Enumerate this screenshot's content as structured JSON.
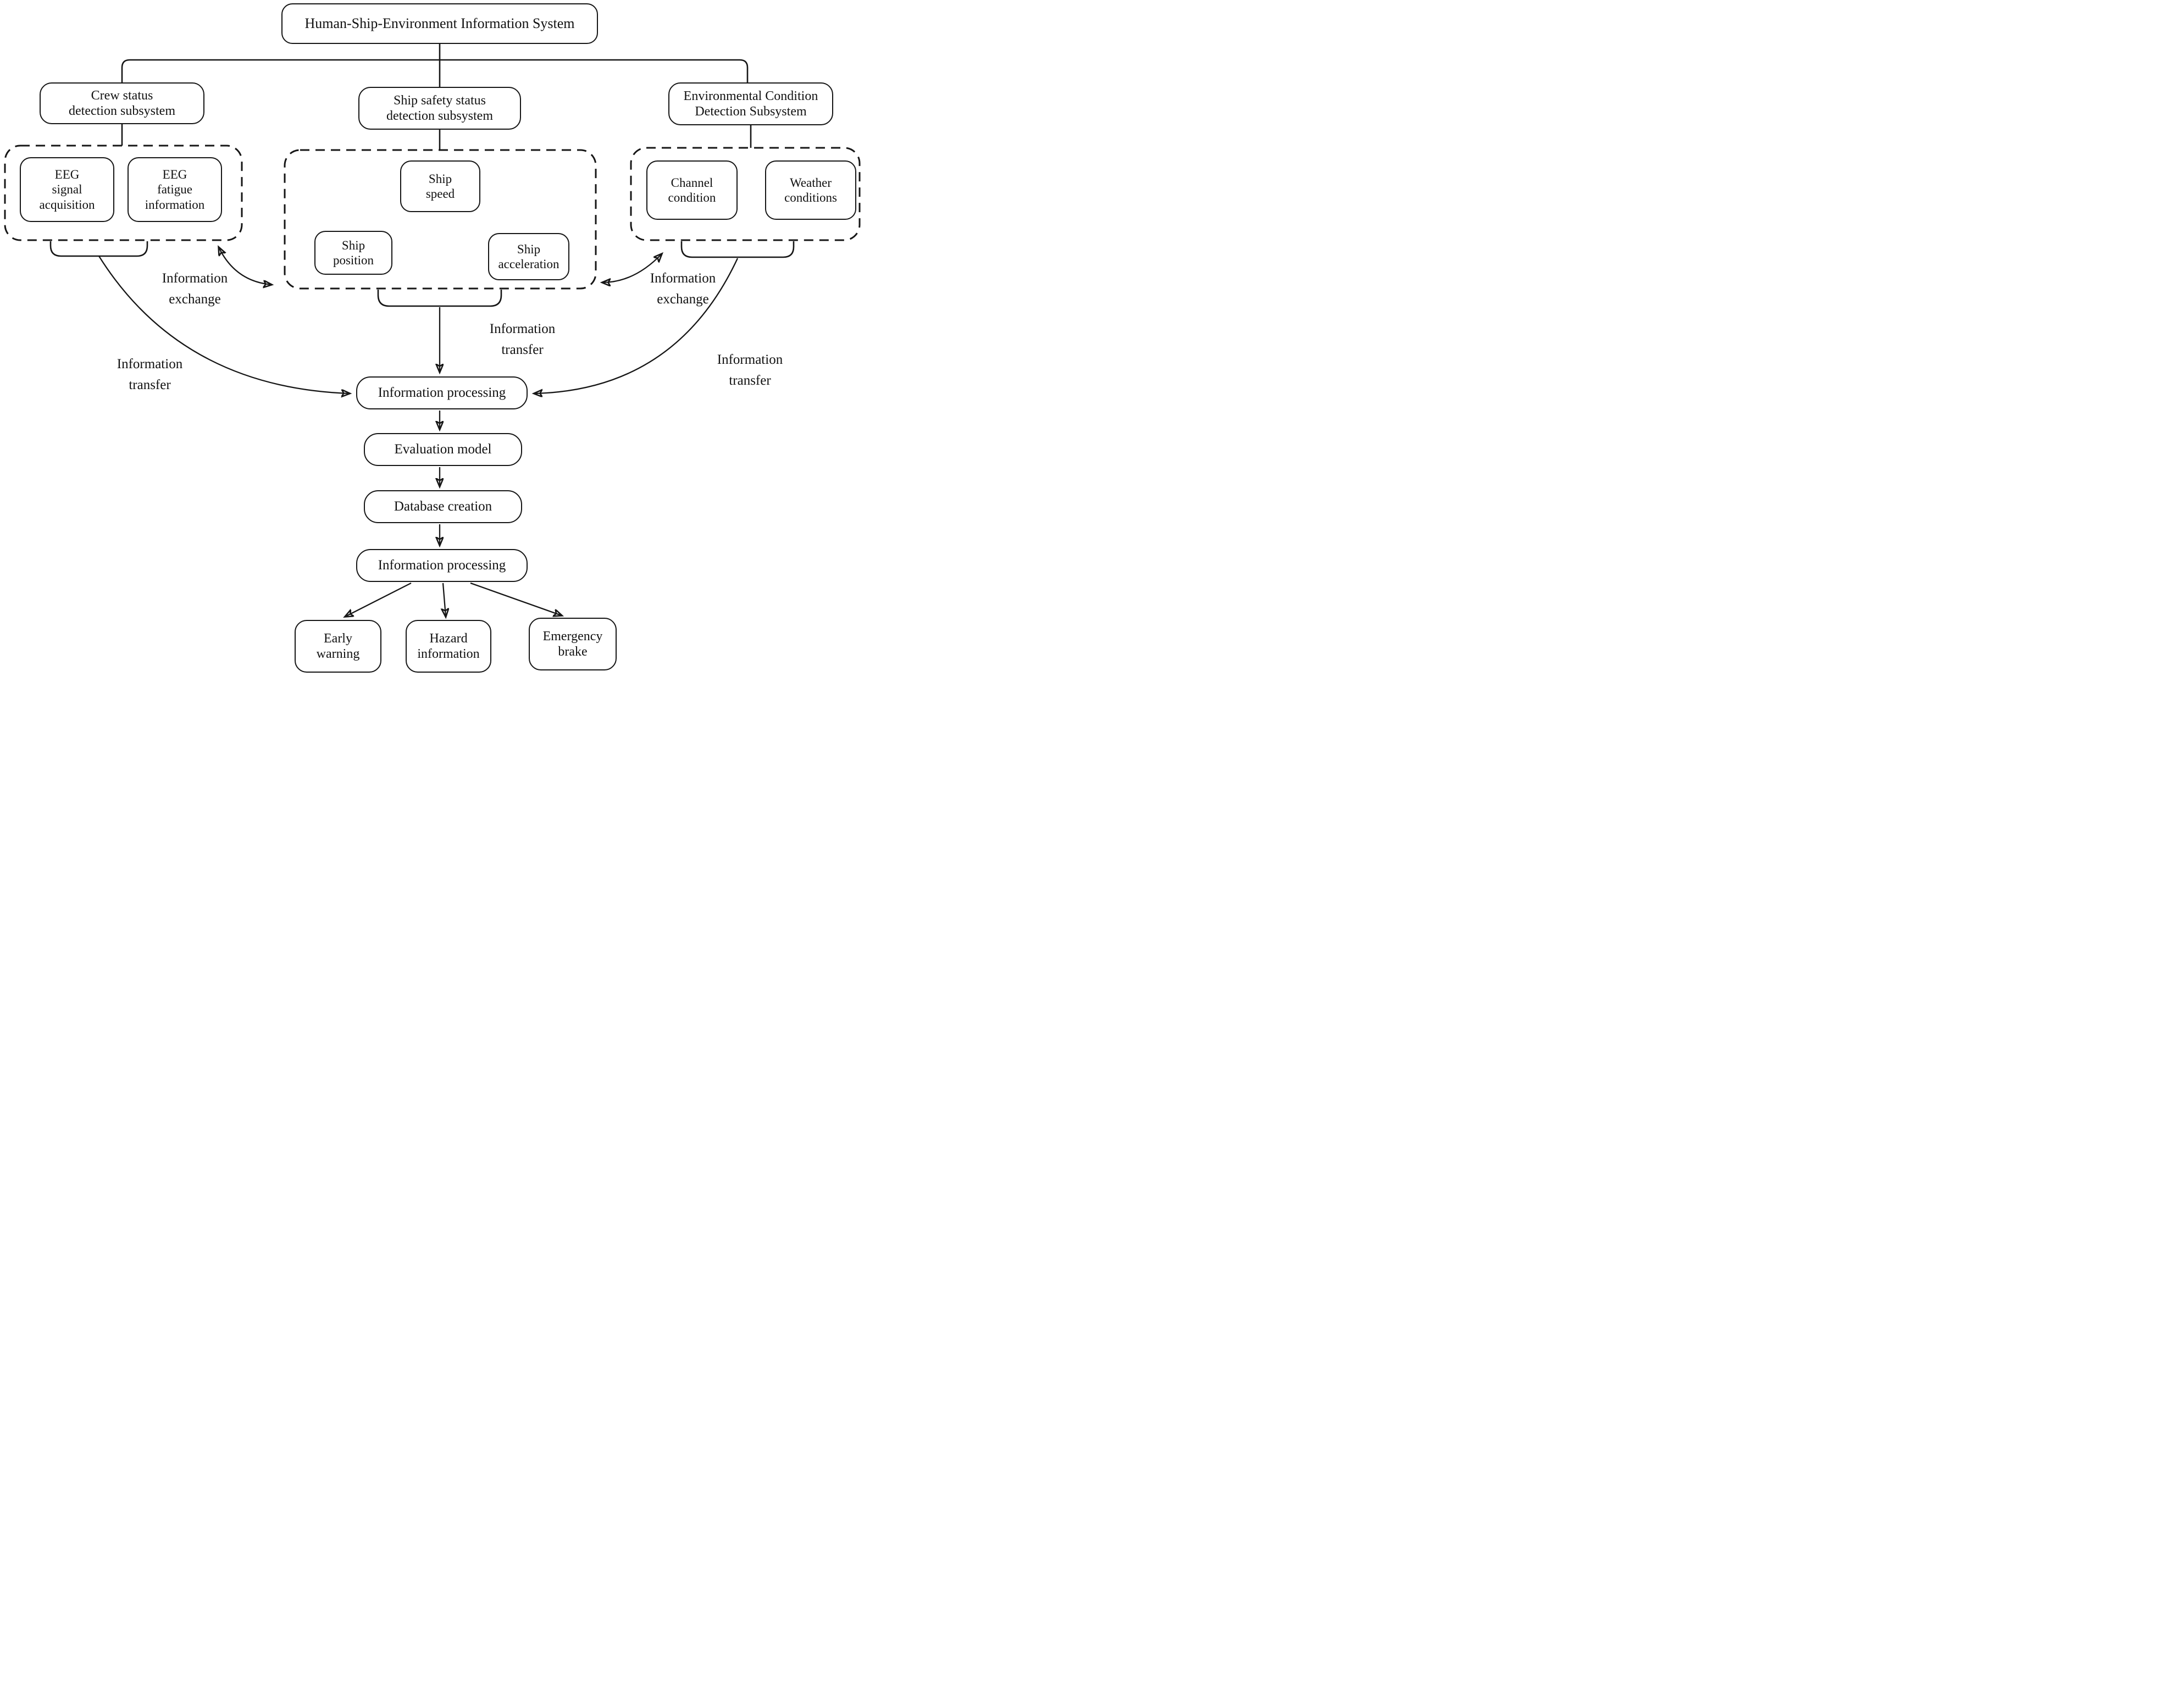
{
  "diagram": {
    "root": {
      "label": "Human-Ship-Environment Information System"
    },
    "subsystems": {
      "crew": {
        "label": "Crew status\ndetection subsystem",
        "components": {
          "eeg_signal": {
            "label": "EEG\nsignal\nacquisition"
          },
          "eeg_fatigue": {
            "label": "EEG\nfatigue\ninformation"
          }
        }
      },
      "ship": {
        "label": "Ship safety status\ndetection subsystem",
        "components": {
          "speed": {
            "label": "Ship\nspeed"
          },
          "position": {
            "label": "Ship\nposition"
          },
          "acceleration": {
            "label": "Ship\nacceleration"
          }
        }
      },
      "environment": {
        "label": "Environmental Condition\nDetection Subsystem",
        "components": {
          "channel": {
            "label": "Channel\ncondition"
          },
          "weather": {
            "label": "Weather\nconditions"
          }
        }
      }
    },
    "flow": {
      "processing1": {
        "label": "Information processing"
      },
      "evaluation": {
        "label": "Evaluation model"
      },
      "database": {
        "label": "Database creation"
      },
      "processing2": {
        "label": "Information processing"
      },
      "outputs": {
        "early_warning": {
          "label": "Early\nwarning"
        },
        "hazard": {
          "label": "Hazard\ninformation"
        },
        "emergency": {
          "label": "Emergency\nbrake"
        }
      }
    },
    "annotations": {
      "exchange_left": {
        "label": "Information\nexchange"
      },
      "exchange_right": {
        "label": "Information\nexchange"
      },
      "transfer_left": {
        "label": "Information\ntransfer"
      },
      "transfer_mid": {
        "label": "Information\ntransfer"
      },
      "transfer_right": {
        "label": "Information\ntransfer"
      }
    },
    "colors": {
      "line": "#161616",
      "text": "#111111",
      "background": "#ffffff"
    }
  }
}
